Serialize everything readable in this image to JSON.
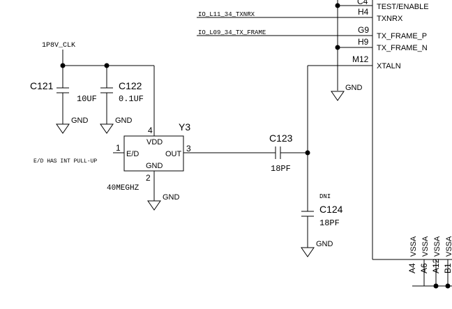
{
  "power": {
    "net": "1P8V_CLK"
  },
  "caps": {
    "c121": {
      "ref": "C121",
      "value": "10UF"
    },
    "c122": {
      "ref": "C122",
      "value": "0.1UF"
    },
    "c123": {
      "ref": "C123",
      "value": "18PF"
    },
    "c124": {
      "ref": "C124",
      "value": "18PF",
      "note": "DNI"
    }
  },
  "ground": {
    "label": "GND"
  },
  "osc": {
    "ref": "Y3",
    "value": "40MEGHZ",
    "pin_vdd": "VDD",
    "pin_ed": "E/D",
    "pin_out": "OUT",
    "pin_gnd": "GND",
    "num_1": "1",
    "num_2": "2",
    "num_3": "3",
    "num_4": "4",
    "note": "E/D HAS INT PULL-UP"
  },
  "nets": {
    "txnrx": "IO_L11_34_TXNRX",
    "tx_frame": "IO_L09_34_TX_FRAME"
  },
  "ic_pins": {
    "c4": {
      "num": "C4",
      "name": "TEST/ENABLE"
    },
    "h4": {
      "num": "H4",
      "name": "TXNRX"
    },
    "g9": {
      "num": "G9",
      "name": "TX_FRAME_P"
    },
    "h9": {
      "num": "H9",
      "name": "TX_FRAME_N"
    },
    "m12": {
      "num": "M12",
      "name": "XTALN"
    }
  },
  "bottom_pins": [
    {
      "name": "VSSA",
      "num": "A4"
    },
    {
      "name": "VSSA",
      "num": "A6"
    },
    {
      "name": "VSSA",
      "num": "A12"
    },
    {
      "name": "VSSA",
      "num": "B1"
    },
    {
      "name": "VSSA",
      "num": "B"
    }
  ]
}
